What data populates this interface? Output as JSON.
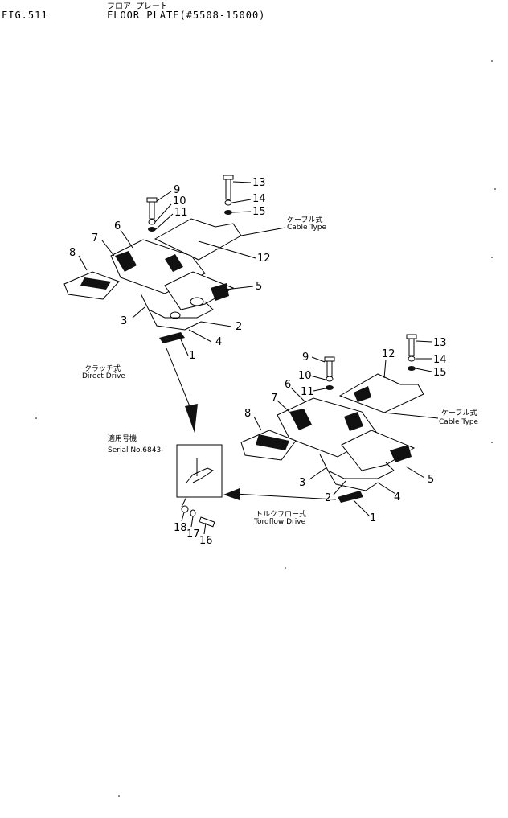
{
  "header": {
    "fig_label": "FIG.511",
    "title_jp": "フロア プレート",
    "title": "FLOOR PLATE(#5508-15000)"
  },
  "left_assembly": {
    "part_numbers": [
      "9",
      "10",
      "11",
      "13",
      "14",
      "15",
      "6",
      "7",
      "8",
      "12",
      "5",
      "3",
      "2",
      "4",
      "1"
    ],
    "cable_jp": "ケーブル式",
    "cable_label": "Cable Type",
    "drive_jp": "クラッチ式",
    "drive_label": "Direct Drive"
  },
  "right_assembly": {
    "part_numbers": [
      "9",
      "10",
      "11",
      "13",
      "14",
      "15",
      "12",
      "6",
      "7",
      "8",
      "3",
      "2",
      "4",
      "5",
      "1"
    ],
    "cable_jp": "ケーブル式",
    "cable_label": "Cable Type",
    "drive_jp": "トルクフロー式",
    "drive_label": "Torqflow Drive"
  },
  "detail": {
    "serial_jp": "適用号機",
    "serial_label": "Serial No.6843-",
    "part_numbers": [
      "18",
      "17",
      "16"
    ]
  }
}
